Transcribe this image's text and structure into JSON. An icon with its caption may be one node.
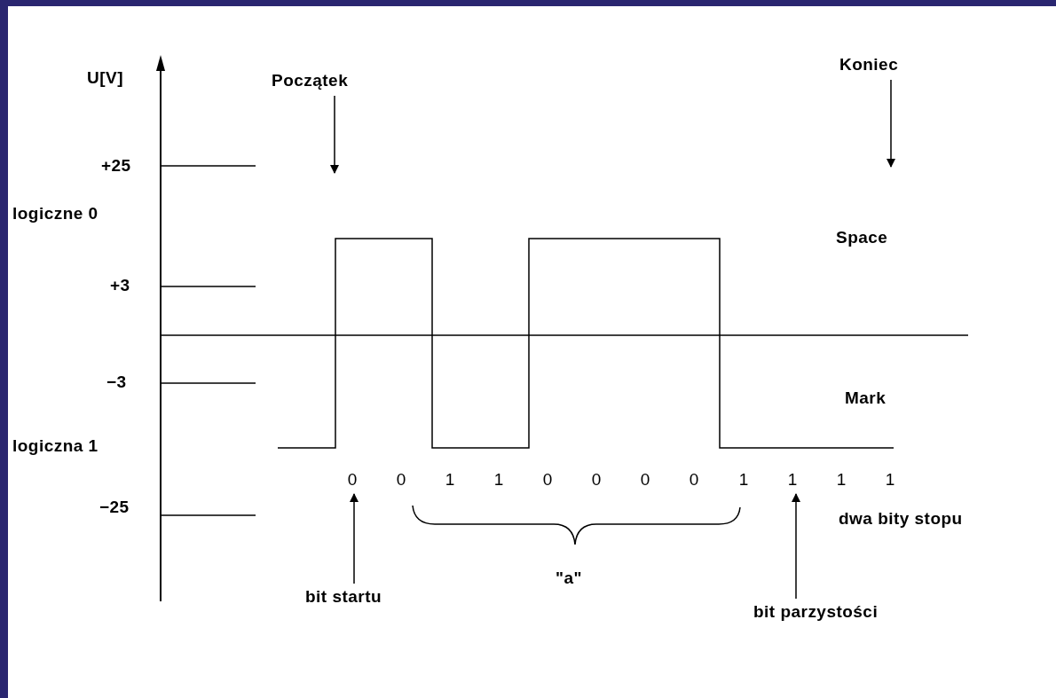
{
  "diagram": {
    "nodes": [
      {
        "text": [
          "Początek"
        ]
      },
      {
        "text": [
          "Koniec"
        ]
      },
      {
        "text": [
          "0"
        ]
      },
      {
        "text": [
          "0"
        ]
      },
      {
        "text": [
          "1"
        ]
      },
      {
        "text": [
          "1"
        ]
      },
      {
        "text": [
          "0"
        ]
      },
      {
        "text": [
          "0"
        ]
      },
      {
        "text": [
          "0"
        ]
      },
      {
        "text": [
          "0"
        ]
      },
      {
        "text": [
          "1"
        ]
      },
      {
        "text": [
          "1"
        ]
      },
      {
        "text": [
          "1"
        ]
      },
      {
        "text": [
          "1"
        ]
      },
      {
        "text": [
          "bit startu"
        ]
      },
      {
        "text": [
          "bit parzystości"
        ]
      }
    ],
    "edges": [
      {
        "from": 0,
        "to": null,
        "arrow": "to"
      },
      {
        "from": 1,
        "to": null,
        "arrow": "to"
      },
      {
        "from": 14,
        "to": 2,
        "arrow": "to"
      },
      {
        "from": 15,
        "to": 11,
        "arrow": "to"
      }
    ],
    "labels": [
      "U[V]",
      "+25",
      "logiczne 0",
      "+3",
      "−3",
      "logiczna 1",
      "−25",
      "Space",
      "Mark",
      "\"a\"",
      "dwa bity stopu"
    ]
  }
}
